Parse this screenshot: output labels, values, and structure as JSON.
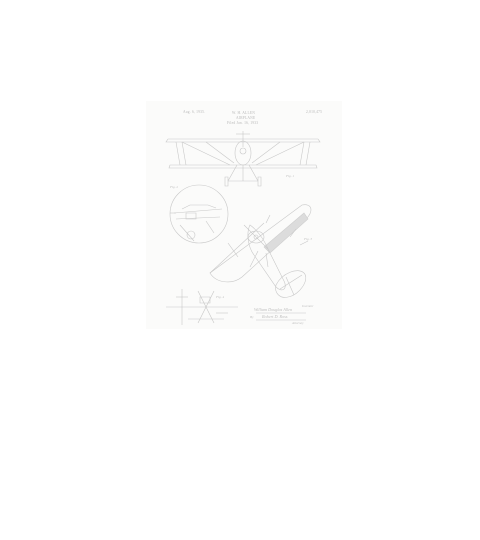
{
  "header": {
    "date": "Aug. 6, 1935.",
    "inventor": "W. H. ALLEN",
    "title": "AIRPLANE",
    "filed": "Filed Jan. 16, 1933",
    "patent_number": "2,010,475"
  },
  "figures": {
    "fig1": "Fig. 1",
    "fig2": "Fig. 2",
    "fig3": "Fig. 3",
    "fig4": "Fig. 4"
  },
  "signature": {
    "inventor_line": "William Douglas Allen",
    "attorney_line": "Robert D. Ross",
    "by_label": "By",
    "attorney_label": "Attorney",
    "inventor_label": "Inventor"
  },
  "colors": {
    "paper": "#fbfbfa",
    "ink": "#c8c8c8",
    "shade": "#d4d4d4"
  }
}
